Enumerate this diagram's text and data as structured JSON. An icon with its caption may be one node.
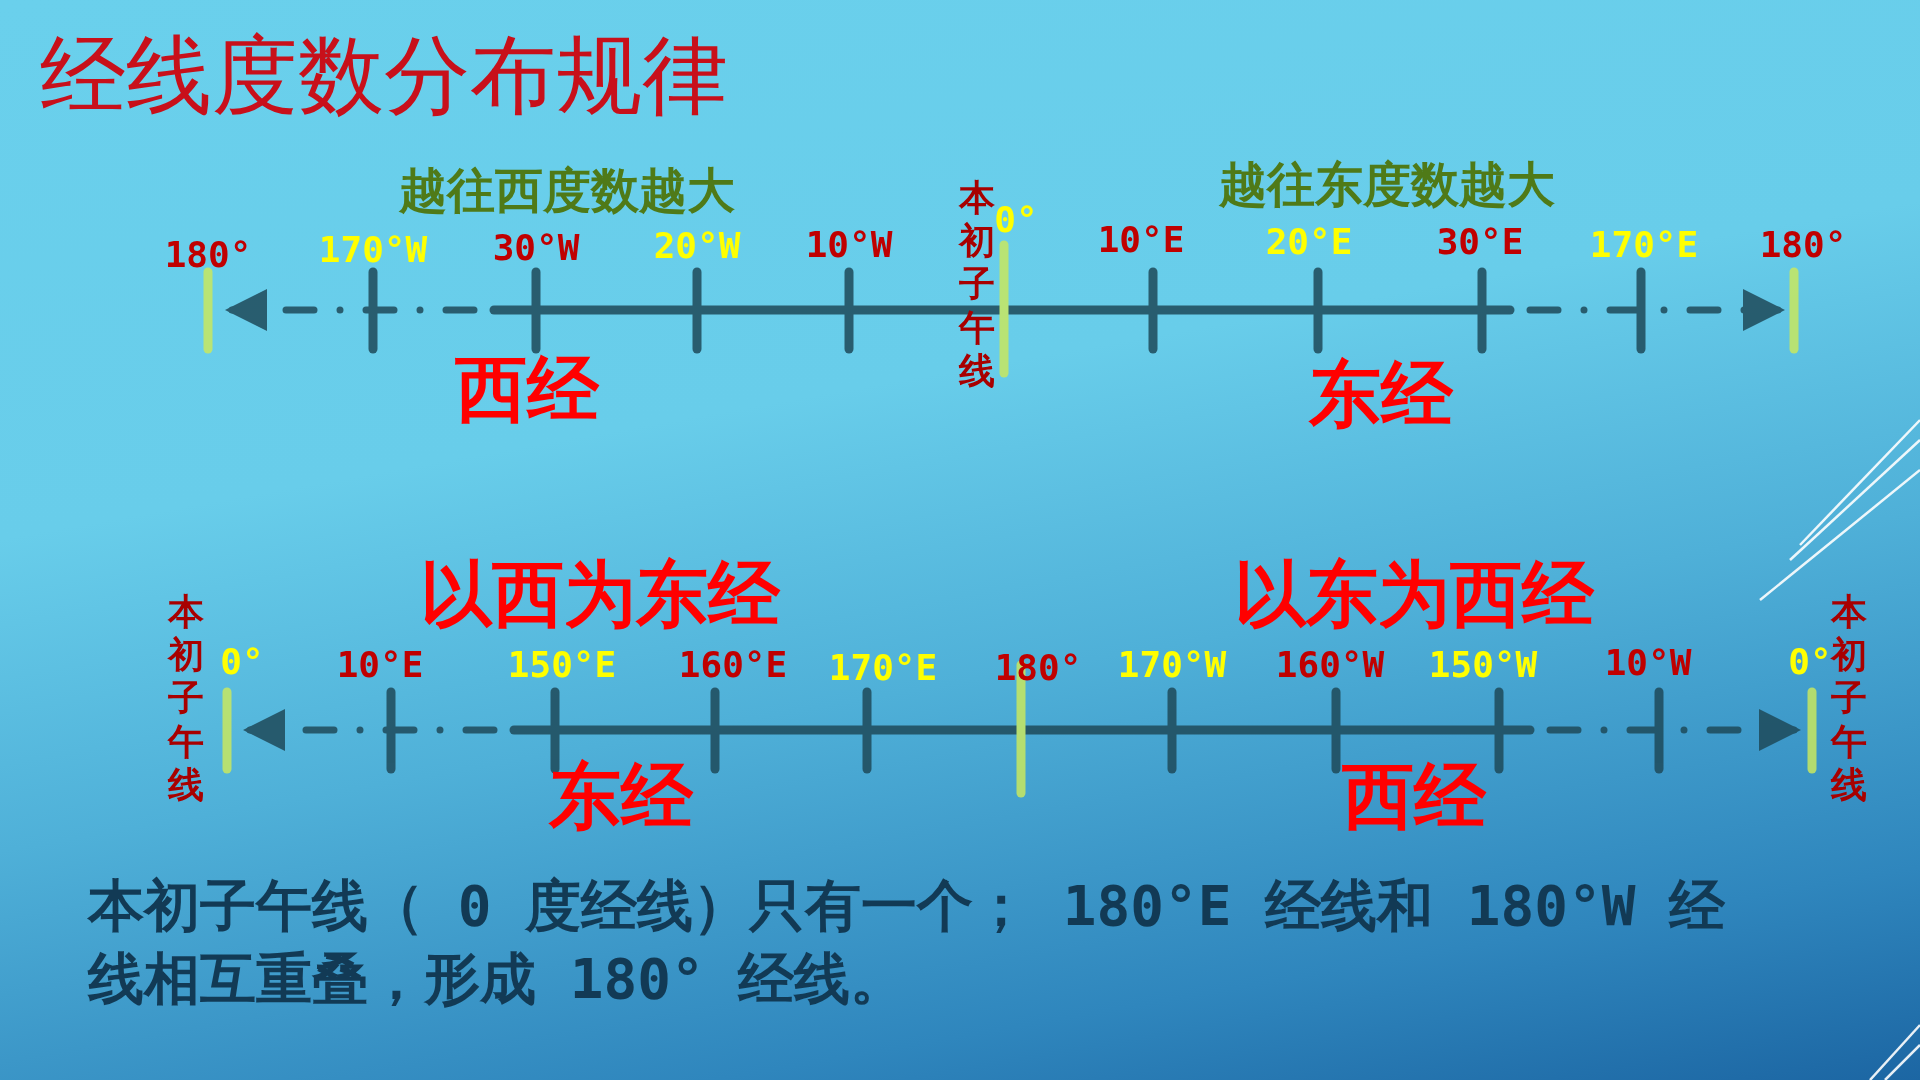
{
  "diagram": {
    "title": "经线度数分布规律",
    "labels": [
      "越往西度数越大",
      "越往东度数越大",
      "180°",
      "170°W",
      "30°W",
      "20°W",
      "10°W",
      "本初子午线",
      "0°",
      "10°E",
      "20°E",
      "30°E",
      "170°E",
      "180°",
      "西经",
      "东经",
      "以西为东经",
      "以东为西经",
      "本初子午线",
      "0°",
      "10°E",
      "150°E",
      "160°E",
      "170°E",
      "180°",
      "170°W",
      "160°W",
      "150°W",
      "10°W",
      "0°",
      "本初子午线",
      "东经",
      "西经",
      "本初子午线（ 0 度经线）只有一个； 180°E 经线和 180°W 经线相互重叠，形成 180° 经线。"
    ]
  }
}
